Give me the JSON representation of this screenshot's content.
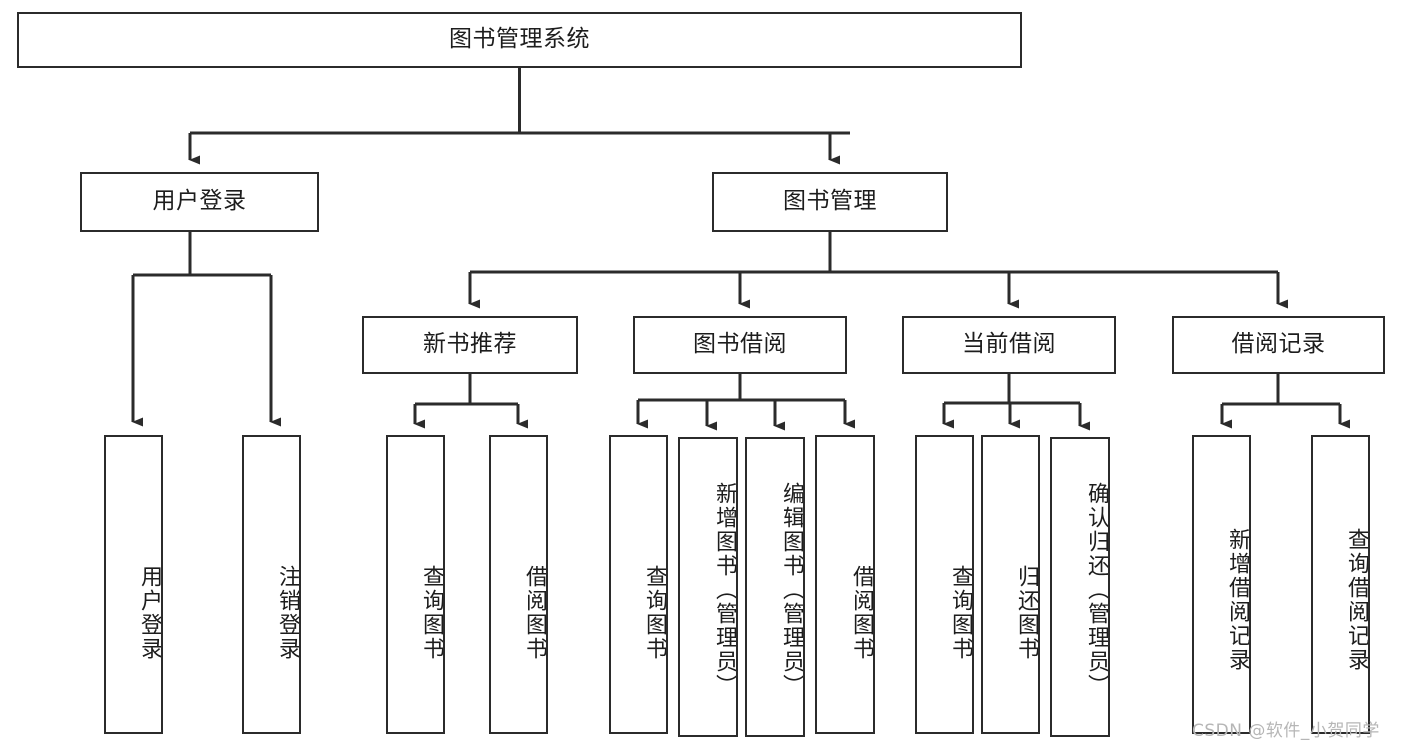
{
  "diagram": {
    "title": "图书管理系统",
    "type": "hierarchy-tree",
    "orientation": "top-down",
    "colors": {
      "box_border": "#2b2b2b",
      "box_fill": "#ffffff",
      "edge": "#2b2b2b",
      "text": "#1d1d1d",
      "watermark": "#b6b6b6"
    },
    "levels": [
      {
        "level": 1,
        "nodes": [
          {
            "id": "root",
            "label": "图书管理系统",
            "orientation": "horizontal"
          }
        ]
      },
      {
        "level": 2,
        "nodes": [
          {
            "id": "login",
            "label": "用户登录",
            "orientation": "horizontal",
            "parent": "root"
          },
          {
            "id": "bookmgmt",
            "label": "图书管理",
            "orientation": "horizontal",
            "parent": "root"
          }
        ]
      },
      {
        "level": 3,
        "nodes": [
          {
            "id": "newbook",
            "label": "新书推荐",
            "orientation": "horizontal",
            "parent": "bookmgmt"
          },
          {
            "id": "borrow",
            "label": "图书借阅",
            "orientation": "horizontal",
            "parent": "bookmgmt"
          },
          {
            "id": "current",
            "label": "当前借阅",
            "orientation": "horizontal",
            "parent": "bookmgmt"
          },
          {
            "id": "records",
            "label": "借阅记录",
            "orientation": "horizontal",
            "parent": "bookmgmt"
          }
        ]
      },
      {
        "level": 4,
        "nodes": [
          {
            "id": "leaf1",
            "label": "用户登录",
            "orientation": "vertical",
            "parent": "login"
          },
          {
            "id": "leaf2",
            "label": "注销登录",
            "orientation": "vertical",
            "parent": "login"
          },
          {
            "id": "leaf3",
            "label": "查询图书",
            "orientation": "vertical",
            "parent": "newbook"
          },
          {
            "id": "leaf4",
            "label": "借阅图书",
            "orientation": "vertical",
            "parent": "newbook"
          },
          {
            "id": "leaf5",
            "label": "查询图书",
            "orientation": "vertical",
            "parent": "borrow"
          },
          {
            "id": "leaf6",
            "label": "新增图书（管理员）",
            "orientation": "vertical",
            "parent": "borrow"
          },
          {
            "id": "leaf7",
            "label": "编辑图书（管理员）",
            "orientation": "vertical",
            "parent": "borrow"
          },
          {
            "id": "leaf8",
            "label": "借阅图书",
            "orientation": "vertical",
            "parent": "borrow"
          },
          {
            "id": "leaf9",
            "label": "查询图书",
            "orientation": "vertical",
            "parent": "current"
          },
          {
            "id": "leaf10",
            "label": "归还图书",
            "orientation": "vertical",
            "parent": "current"
          },
          {
            "id": "leaf11",
            "label": "确认归还（管理员）",
            "orientation": "vertical",
            "parent": "current"
          },
          {
            "id": "leaf12",
            "label": "新增借阅记录",
            "orientation": "vertical",
            "parent": "records"
          },
          {
            "id": "leaf13",
            "label": "查询借阅记录",
            "orientation": "vertical",
            "parent": "records"
          }
        ]
      }
    ],
    "watermark": "CSDN @软件_小贺同学"
  }
}
